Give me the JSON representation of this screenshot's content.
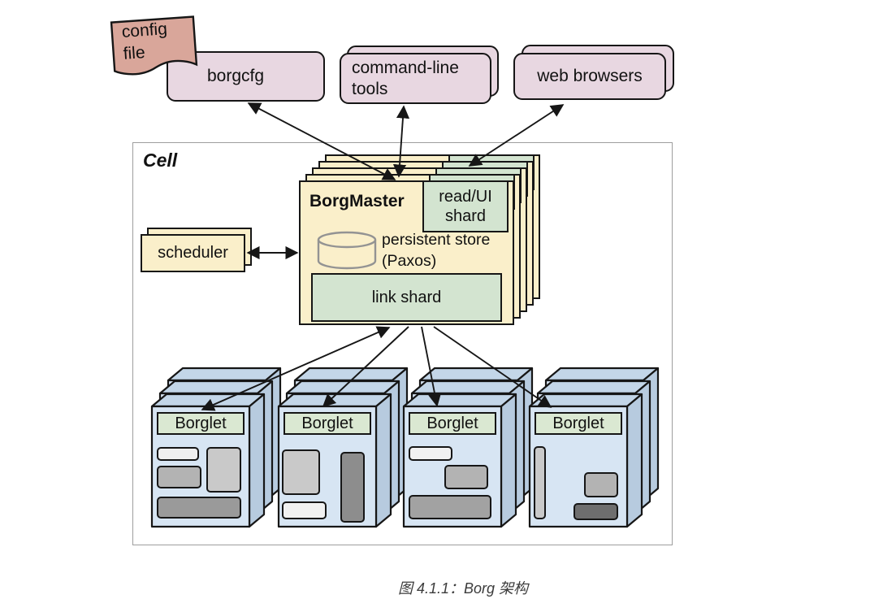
{
  "top_row": {
    "config_file_label": "config file",
    "borgcfg_label": "borgcfg",
    "command_line_tools_label": "command-line tools",
    "web_browsers_label": "web browsers"
  },
  "cell": {
    "label": "Cell",
    "scheduler_label": "scheduler",
    "borgmaster": {
      "title": "BorgMaster",
      "read_ui_shard_label": "read/UI shard",
      "persistent_store_line1": "persistent store",
      "persistent_store_line2": "(Paxos)",
      "link_shard_label": "link shard"
    },
    "borglet_labels": [
      "Borglet",
      "Borglet",
      "Borglet",
      "Borglet"
    ]
  },
  "caption": "图 4.1.1：Borg 架构",
  "colors": {
    "config_file_fill": "#d9a69a",
    "client_box_fill": "#e8d7e1",
    "borgmaster_fill": "#faefca",
    "shard_fill": "#d3e4d0",
    "borglet_label_fill": "#dae8d2",
    "machine_front_fill": "#d7e5f3",
    "machine_top_fill": "#c3d6e8",
    "machine_side_fill": "#b7cbdf",
    "cell_border": "#9e9e9e",
    "outline": "#161616"
  }
}
